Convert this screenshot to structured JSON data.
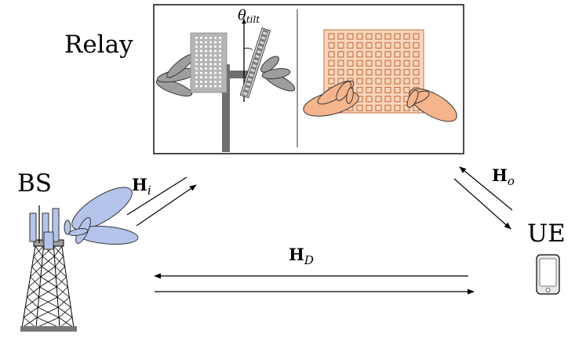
{
  "labels": {
    "relay": "Relay",
    "bs": "BS",
    "ue": "UE",
    "tilt_symbol": "θ",
    "tilt_sub": "tilt"
  },
  "channels": {
    "bold_symbol": "H",
    "incoming_sub": "i",
    "outgoing_sub": "o",
    "direct_sub": "D"
  },
  "colors": {
    "bs_beam": "#b4c4ea",
    "relay_beam": "#f4b48c",
    "active_patch": "#f9d6be",
    "passive_beam": "#9e9e9e",
    "mast": "#6e6e6e",
    "arrow": "#000000"
  },
  "icons": {
    "bs": "cell-tower-icon",
    "ue": "smartphone-icon",
    "relay_passive": "tilted-reflector-panel-icon",
    "relay_active": "planar-array-icon"
  }
}
